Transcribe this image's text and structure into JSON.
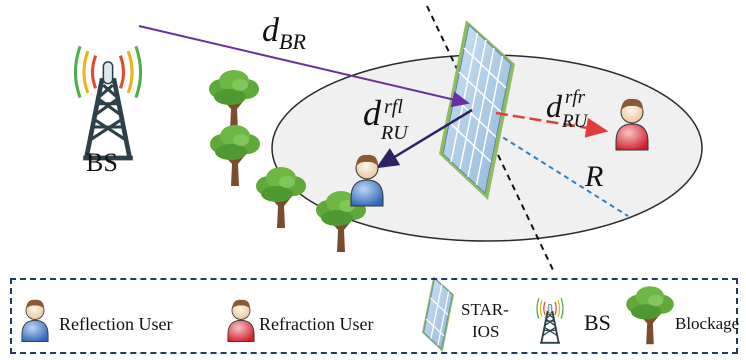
{
  "labels": {
    "d_br": {
      "base": "d",
      "sub": "BR"
    },
    "d_refl": {
      "base": "d",
      "sup": "rfl",
      "sub": "RU"
    },
    "d_refr": {
      "base": "d",
      "sup": "rfr",
      "sub": "RU"
    },
    "radius": "R",
    "bs": "BS"
  },
  "legend": {
    "reflection_user": "Reflection User",
    "refraction_user": "Refraction User",
    "star_ios_line1": "STAR-",
    "star_ios_line2": "IOS",
    "bs": "BS",
    "blockage": "Blockage"
  },
  "colors": {
    "bs_to_ris": "#6a2fa0",
    "reflection_link": "#2b2366",
    "refraction_link": "#e23b3b",
    "radius_line": "#2f7fc0",
    "boundary_line": "#111111",
    "ellipse_fill": "#f0f0f0",
    "reflection_user": "#3a74c4",
    "refraction_user": "#e0394a",
    "tree_leaves": "#5fa83a",
    "tree_trunk": "#7a4e2d",
    "legend_border": "#1f3a6b"
  }
}
